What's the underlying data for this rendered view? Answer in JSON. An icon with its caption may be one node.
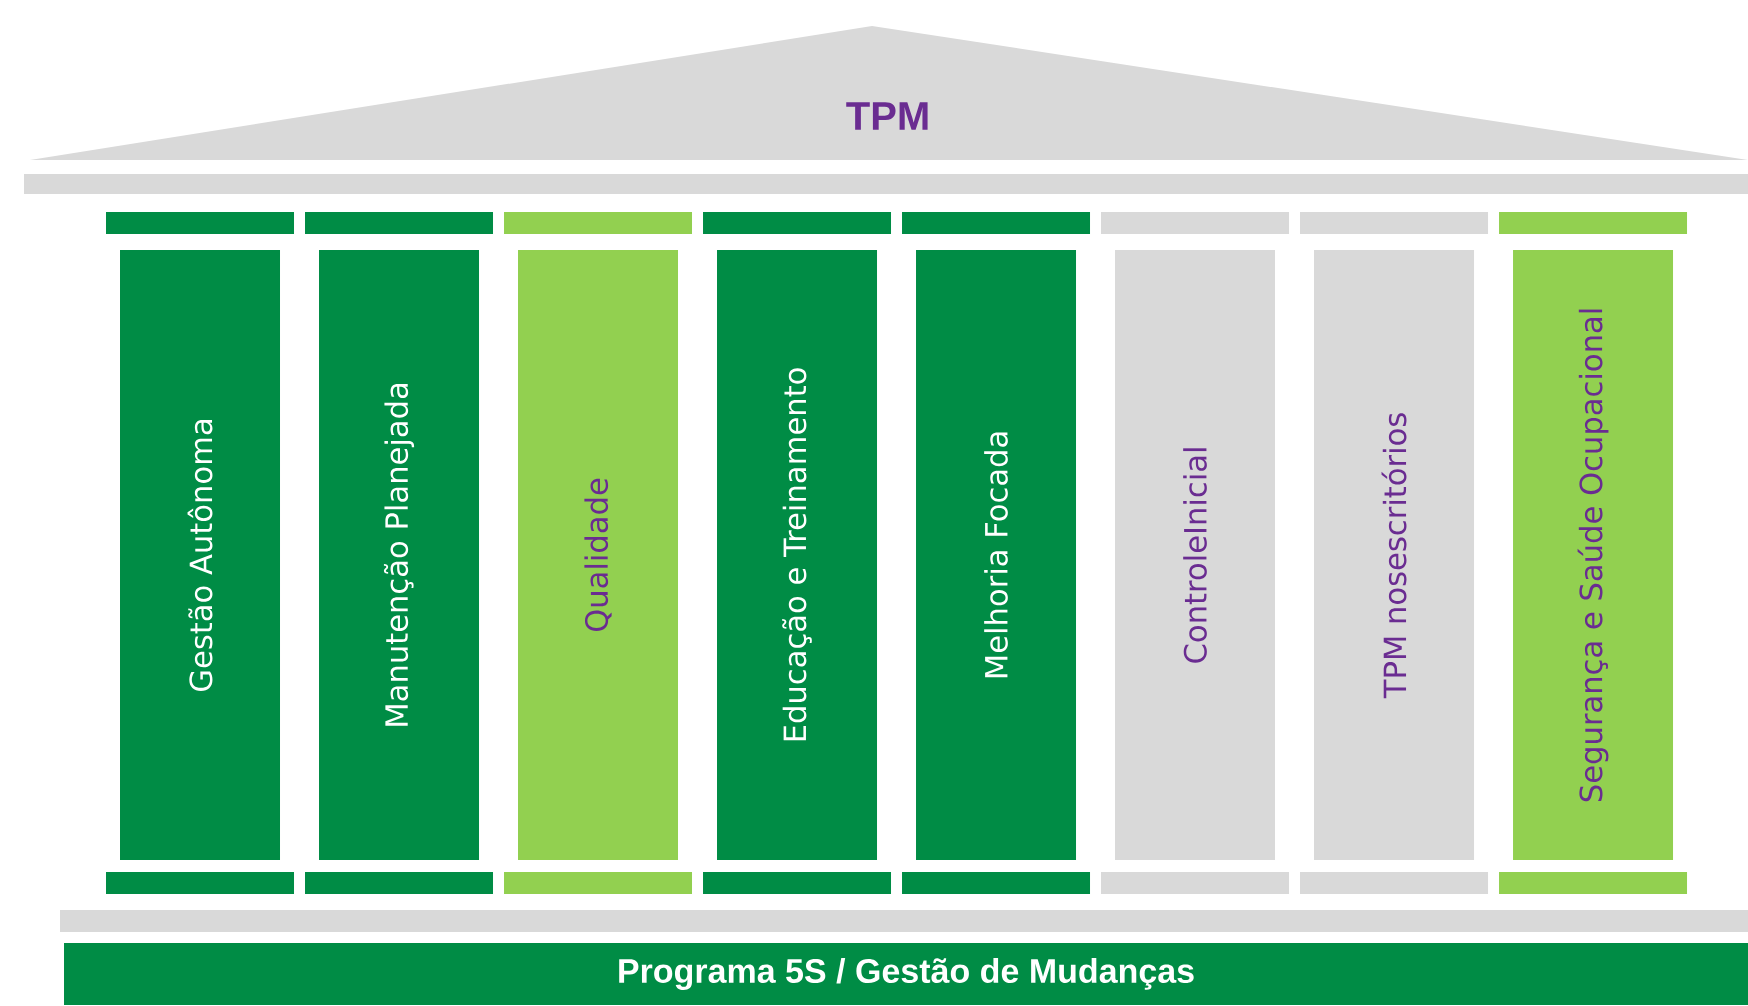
{
  "diagram": {
    "nodes": [
      {
        "text": [
          "TPM"
        ]
      },
      {
        "text": [
          "Gestão Autônoma"
        ]
      },
      {
        "text": [
          "Manutenção Planejada"
        ]
      },
      {
        "text": [
          "Qualidade"
        ]
      },
      {
        "text": [
          "Educação e Treinamento"
        ]
      },
      {
        "text": [
          "Melhoria Focada"
        ]
      },
      {
        "text": [
          "ControleInicial"
        ]
      },
      {
        "text": [
          "TPM nosescritórios"
        ]
      },
      {
        "text": [
          "Segurança e Saúde Ocupacional"
        ]
      },
      {
        "text": [
          "Programa 5S / Gestão de Mudanças"
        ]
      }
    ]
  }
}
